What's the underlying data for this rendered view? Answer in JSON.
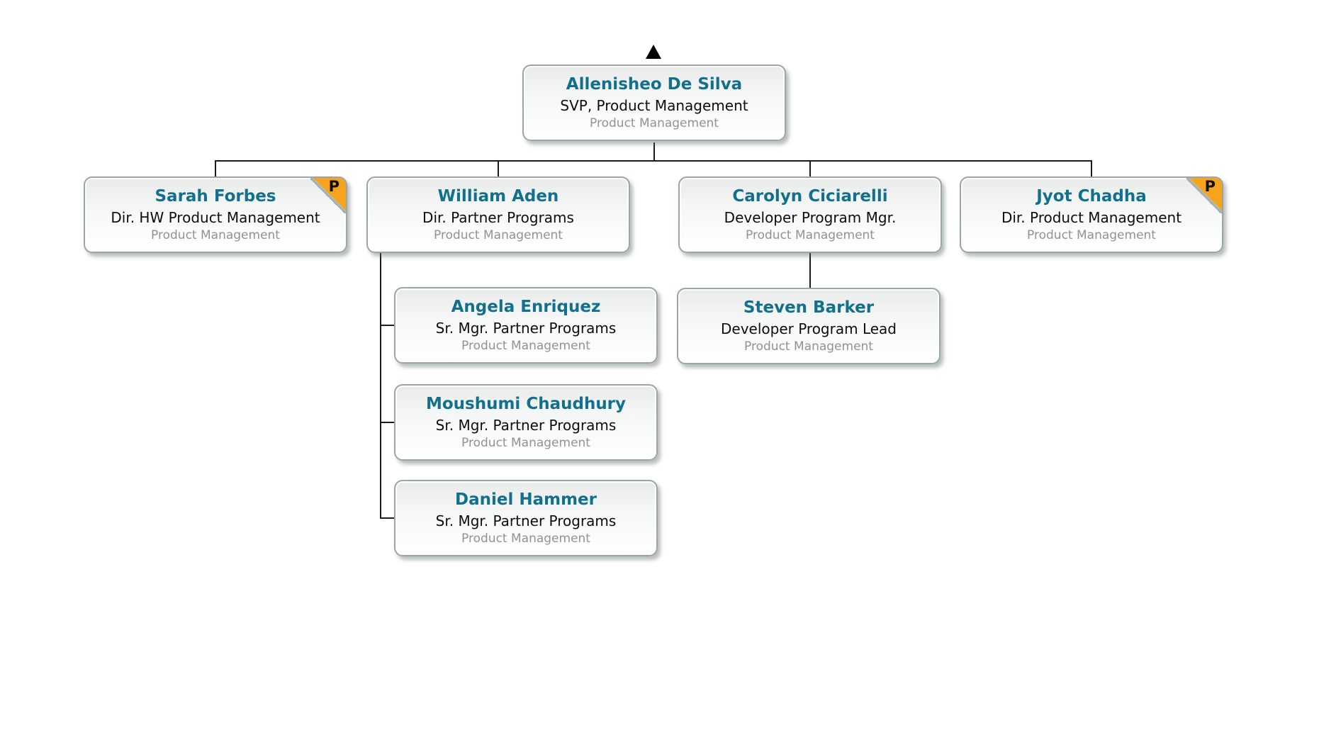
{
  "colors": {
    "name_accent": "#13708c",
    "badge_orange": "#f6a31e",
    "box_border": "#9aa5a6",
    "connector": "#1b1b1b",
    "dept_text": "#909294",
    "canvas_background": "#ffffff"
  },
  "icons": {
    "parent_arrow": "up-triangle"
  },
  "org": {
    "nodes": [
      {
        "name": "Allenisheo De Silva",
        "title": "SVP, Product Management",
        "department": "Product Management"
      },
      {
        "name": "Sarah Forbes",
        "title": "Dir. HW Product Management",
        "department": "Product Management",
        "badge": "P"
      },
      {
        "name": "William Aden",
        "title": "Dir. Partner Programs",
        "department": "Product Management"
      },
      {
        "name": "Carolyn Ciciarelli",
        "title": "Developer Program Mgr.",
        "department": "Product Management"
      },
      {
        "name": "Jyot Chadha",
        "title": "Dir. Product Management",
        "department": "Product Management",
        "badge": "P"
      },
      {
        "name": "Angela Enriquez",
        "title": "Sr. Mgr. Partner Programs",
        "department": "Product Management"
      },
      {
        "name": "Moushumi Chaudhury",
        "title": "Sr. Mgr. Partner Programs",
        "department": "Product Management"
      },
      {
        "name": "Daniel Hammer",
        "title": "Sr. Mgr. Partner Programs",
        "department": "Product Management"
      },
      {
        "name": "Steven Barker",
        "title": "Developer Program Lead",
        "department": "Product Management"
      }
    ],
    "edges": [
      {
        "from": "Allenisheo De Silva",
        "to": "Sarah Forbes"
      },
      {
        "from": "Allenisheo De Silva",
        "to": "William Aden"
      },
      {
        "from": "Allenisheo De Silva",
        "to": "Carolyn Ciciarelli"
      },
      {
        "from": "Allenisheo De Silva",
        "to": "Jyot Chadha"
      },
      {
        "from": "William Aden",
        "to": "Angela Enriquez"
      },
      {
        "from": "William Aden",
        "to": "Moushumi Chaudhury"
      },
      {
        "from": "William Aden",
        "to": "Daniel Hammer"
      },
      {
        "from": "Carolyn Ciciarelli",
        "to": "Steven Barker"
      }
    ],
    "has_parent_above": true
  }
}
